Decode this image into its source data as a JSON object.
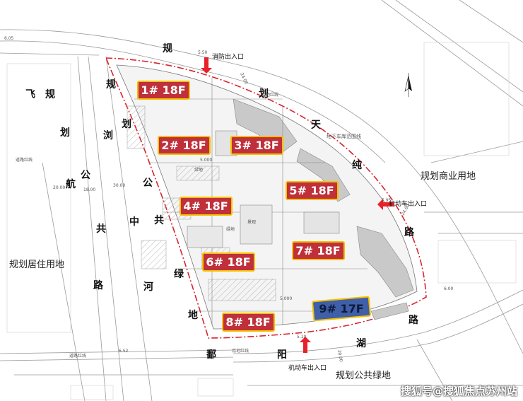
{
  "map": {
    "districts": {
      "residential": "规划居住用地",
      "commercial": "规划商业用地",
      "green_south": "规划公共绿地"
    },
    "roads": {
      "north": [
        "规",
        "划",
        "天",
        "纯",
        "路"
      ],
      "north_left": [
        "规",
        "划"
      ],
      "west_1": [
        "飞",
        "规",
        "划",
        "公",
        "航",
        "共",
        "路"
      ],
      "west_2": [
        "浏",
        "中",
        "河"
      ],
      "west_3": [
        "规",
        "划",
        "公",
        "共",
        "绿",
        "地"
      ],
      "south": [
        "鄱",
        "阳",
        "湖",
        "路"
      ]
    },
    "entrances": {
      "fire": "消防出入口",
      "vehicle_east": "机动车出入口",
      "vehicle_south": "机动车出入口"
    },
    "dims": {
      "d_24a": "24.00",
      "d_24b": "24.00",
      "d_20a": "20.00",
      "d_18": "18.00",
      "d_30": "30.00",
      "d_20b": "20.00",
      "d_605": "6.05",
      "d_550": "5.50",
      "d_595": "5.95",
      "d_600": "6.00",
      "d_652": "6.52",
      "d_510": "5.10"
    },
    "notes": {
      "garage_boundary": "地下车库范围线",
      "use_line_1": "用地红线",
      "use_line_2": "用地红线",
      "road_line_1": "道路红线",
      "road_line_2": "道路红线",
      "green": "绿地",
      "green2": "绿地",
      "arbor": "景观",
      "height_1": "5.000",
      "height_2": "5.000"
    },
    "buildings": [
      {
        "label": "1# 18F"
      },
      {
        "label": "2# 18F"
      },
      {
        "label": "3# 18F"
      },
      {
        "label": "4# 18F"
      },
      {
        "label": "5# 18F"
      },
      {
        "label": "6# 18F"
      },
      {
        "label": "7# 18F"
      },
      {
        "label": "8# 18F"
      },
      {
        "label": "9# 17F"
      }
    ],
    "colors": {
      "building_fill": "#c0303a",
      "building_fill_9": "#3f5fa8",
      "building_border": "#f5c000",
      "red_boundary": "#d9232d",
      "arrow": "#e8202a"
    },
    "compass_icon": "north-arrow-icon",
    "watermark": "搜狐号@搜狐焦点苏州站"
  }
}
